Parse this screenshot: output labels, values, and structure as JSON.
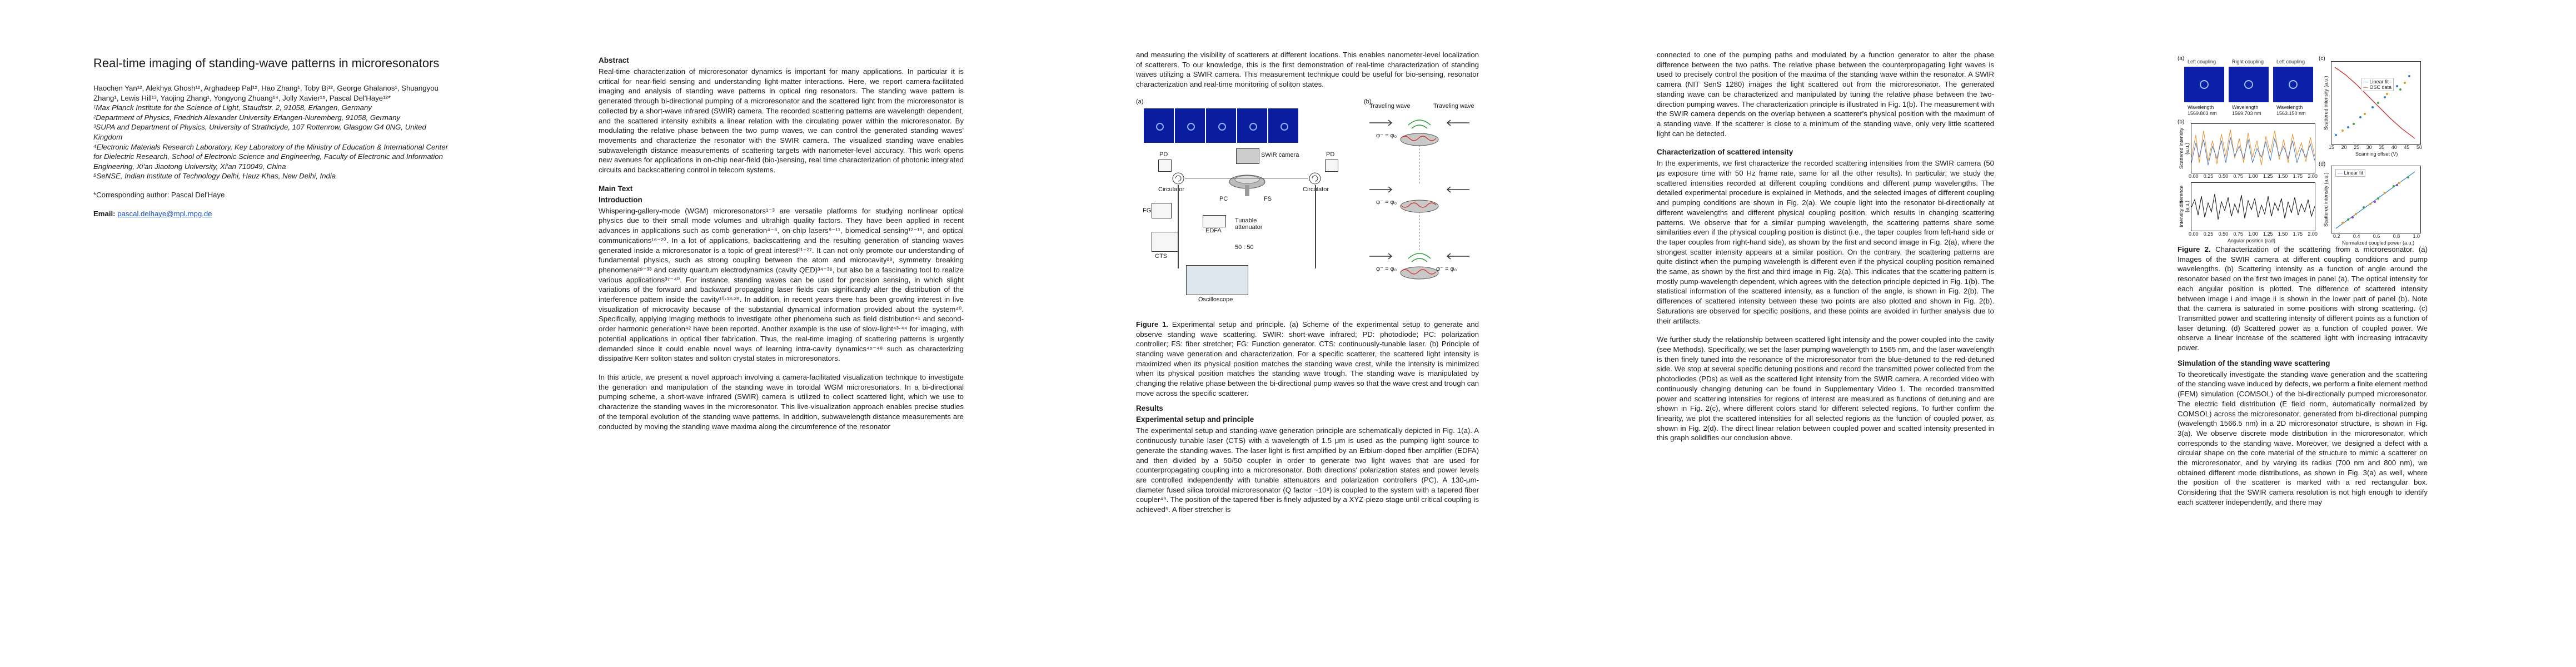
{
  "page1": {
    "title": "Real-time imaging of standing-wave patterns in microresonators",
    "authors": "Haochen Yan¹², Alekhya Ghosh¹², Arghadeep Pal¹², Hao Zhang¹, Toby Bi¹², George Ghalanos¹, Shuangyou Zhang¹, Lewis Hill¹³, Yaojing Zhang¹, Yongyong Zhuang¹⁴, Jolly Xavier¹⁵, Pascal Del'Haye¹²*",
    "affiliations": [
      "¹Max Planck Institute for the Science of Light, Staudtstr. 2, 91058, Erlangen, Germany",
      "²Department of Physics, Friedrich Alexander University Erlangen-Nuremberg, 91058, Germany",
      "³SUPA and Department of Physics, University of Strathclyde, 107 Rottenrow, Glasgow G4 0NG, United Kingdom",
      "⁴Electronic Materials Research Laboratory, Key Laboratory of the Ministry of Education & International Center for Dielectric Research, School of Electronic Science and Engineering, Faculty of Electronic and Information Engineering, Xi'an Jiaotong University, Xi'an 710049, China",
      "⁵SeNSE, Indian Institute of Technology Delhi, Hauz Khas, New Delhi, India"
    ],
    "corresponding": "*Corresponding author: Pascal Del'Haye",
    "email_label": "Email:",
    "email": "pascal.delhaye@mpl.mpg.de"
  },
  "page2": {
    "abstract_heading": "Abstract",
    "abstract": "Real-time characterization of microresonator dynamics is important for many applications. In particular it is critical for near-field sensing and understanding light-matter interactions. Here, we report camera-facilitated imaging and analysis of standing wave patterns in optical ring resonators. The standing wave pattern is generated through bi-directional pumping of a microresonator and the scattered light from the microresonator is collected by a short-wave infrared (SWIR) camera. The recorded scattering patterns are wavelength dependent, and the scattered intensity exhibits a linear relation with the circulating power within the microresonator. By modulating the relative phase between the two pump waves, we can control the generated standing waves' movements and characterize the resonator with the SWIR camera. The visualized standing wave enables subwavelength distance measurements of scattering targets with nanometer-level accuracy. This work opens new avenues for applications in on-chip near-field (bio-)sensing, real time characterization of photonic integrated circuits and backscattering control in telecom systems.",
    "main_heading": "Main Text",
    "intro_heading": "Introduction",
    "intro_p1": "Whispering-gallery-mode (WGM) microresonators¹⁻³ are versatile platforms for studying nonlinear optical physics due to their small mode volumes and ultrahigh quality factors. They have been applied in recent advances in applications such as comb generation⁴⁻⁸, on-chip lasers⁹⁻¹¹, biomedical sensing¹²⁻¹⁵, and optical communications¹⁶⁻²⁰. In a lot of applications, backscattering and the resulting generation of standing waves generated inside a microresonator is a topic of great interest²¹⁻²⁷. It can not only promote our understanding of fundamental physics, such as strong coupling between the atom and microcavity²⁸, symmetry breaking phenomena²⁹⁻³³ and cavity quantum electrodynamics (cavity QED)³⁴⁻³⁶, but also be a fascinating tool to realize various applications³⁷⁻⁴⁰. For instance, standing waves can be used for precision sensing, in which slight variations of the forward and backward propagating laser fields can significantly alter the distribution of the interference pattern inside the cavity¹⁰⋅¹³⋅³⁹. In addition, in recent years there has been growing interest in live visualization of microcavity because of the substantial dynamical information provided about the system⁴⁰. Specifically, applying imaging methods to investigate other phenomena such as field distribution⁴¹ and second-order harmonic generation⁴² have been reported. Another example is the use of slow-light⁴³⋅⁴⁴ for imaging, with potential applications in optical fiber fabrication. Thus, the real-time imaging of scattering patterns is urgently demanded since it could enable novel ways of learning intra-cavity dynamics⁴⁵⁻⁴⁸ such as characterizing dissipative Kerr soliton states and soliton crystal states in microresonators.",
    "intro_p2": "In this article, we present a novel approach involving a camera-facilitated visualization technique to investigate the generation and manipulation of the standing wave in toroidal WGM microresonators. In a bi-directional pumping scheme, a short-wave infrared (SWIR) camera is utilized to collect scattered light, which we use to characterize the standing waves in the microresonator. This live-visualization approach enables precise studies of the temporal evolution of the standing wave patterns. In addition, subwavelength distance measurements are conducted by moving the standing wave maxima along the circumference of the resonator"
  },
  "page3": {
    "intro_cont": "and measuring the visibility of scatterers at different locations. This enables nanometer-level localization of scatterers. To our knowledge, this is the first demonstration of real-time characterization of standing waves utilizing a SWIR camera. This measurement technique could be useful for bio-sensing, resonator characterization and real-time monitoring of soliton states.",
    "fig1": {
      "label_a": "(a)",
      "label_b": "(b)",
      "traveling_wave": "Traveling wave",
      "swir_camera": "SWIR camera",
      "pd_top": "PD",
      "pd_right": "PD",
      "circulator_left": "Circulator",
      "circulator_right": "Circulator",
      "pc": "PC",
      "fs": "FS",
      "fg": "FG",
      "edfa": "EDFA",
      "tunable_attenuator": "Tunable attenuator",
      "splitter": "50 : 50",
      "cts": "CTS",
      "oscilloscope": "Oscilloscope",
      "phase_label": "φ⁻ = φ₀",
      "phase_label_2": "φ⁻ = φ₀",
      "phase_label_3": "φ⁻ = φ₀",
      "phase_label_4": "φ⁻ = φ₀"
    },
    "fig1_caption_label": "Figure 1.",
    "fig1_caption": " Experimental setup and principle. (a) Scheme of the experimental setup to generate and observe standing wave scattering. SWIR: short-wave infrared; PD: photodiode; PC: polarization controller; FS: fiber stretcher; FG: Function generator. CTS: continuously-tunable laser. (b) Principle of standing wave generation and characterization. For a specific scatterer, the scattered light intensity is maximized when its physical position matches the standing wave crest, while the intensity is minimized when its physical position matches the standing wave trough. The standing wave is manipulated by changing the relative phase between the bi-directional pump waves so that the wave crest and trough can move across the specific scatterer.",
    "results_heading": "Results",
    "setup_heading": "Experimental setup and principle",
    "setup_text": "The experimental setup and standing-wave generation principle are schematically depicted in Fig. 1(a). A continuously tunable laser (CTS) with a wavelength of 1.5 μm is used as the pumping light source to generate the standing waves. The laser light is first amplified by an Erbium-doped fiber amplifier (EDFA) and then divided by a 50/50 coupler in order to generate two light waves that are used for counterpropagating coupling into a microresonator. Both directions' polarization states and power levels are controlled independently with tunable attenuators and polarization controllers (PC). A 130-μm-diameter fused silica toroidal microresonator (Q factor ~10⁸) is coupled to the system with a tapered fiber coupler⁴⁹. The position of the tapered fiber is finely adjusted by a XYZ-piezo stage until critical coupling is achieved⁵. A fiber stretcher is"
  },
  "page4": {
    "p1": "connected to one of the pumping paths and modulated by a function generator to alter the phase difference between the two paths. The relative phase between the counterpropagating light waves is used to precisely control the position of the maxima of the standing wave within the resonator. A SWIR camera (NIT SenS 1280) images the light scattered out from the microresonator. The generated standing wave can be characterized and manipulated by tuning the relative phase between the two-direction pumping waves. The characterization principle is illustrated in Fig. 1(b). The measurement with the SWIR camera depends on the overlap between a scatterer's physical position with the maximum of a standing wave. If the scatterer is close to a minimum of the standing wave, only very little scattered light can be detected.",
    "char_heading": "Characterization of scattered intensity",
    "p2": "In the experiments, we first characterize the recorded scattering intensities from the SWIR camera (50 μs exposure time with 50 Hz frame rate, same for all the other results). In particular, we study the scattered intensities recorded at different coupling conditions and different pump wavelengths. The detailed experimental procedure is explained in Methods, and the selected images of different coupling and pumping conditions are shown in Fig. 2(a). We couple light into the resonator bi-directionally at different wavelengths and different physical coupling position, which results in changing scattering patterns. We observe that for a similar pumping wavelength, the scattering patterns share some similarities even if the physical coupling position is distinct (i.e., the taper couples from left-hand side or the taper couples from right-hand side), as shown by the first and second image in Fig. 2(a), where the strongest scatter intensity appears at a similar position. On the contrary, the scattering patterns are quite distinct when the pumping wavelength is different even if the physical coupling position remained the same, as shown by the first and third image in Fig. 2(a). This indicates that the scattering pattern is mostly pump-wavelength dependent, which agrees with the detection principle depicted in Fig. 1(b). The statistical information of the scattered intensity, as a function of the angle, is shown in Fig. 2(b). The differences of scattered intensity between these two points are also plotted and shown in Fig. 2(b). Saturations are observed for specific positions, and these points are avoided in further analysis due to their artifacts.",
    "p3": "We further study the relationship between scattered light intensity and the power coupled into the cavity (see Methods). Specifically, we set the laser pumping wavelength to 1565 nm, and the laser wavelength is then finely tuned into the resonance of the microresonator from the blue-detuned to the red-detuned side. We stop at several specific detuning positions and record the transmitted power collected from the photodiodes (PDs) as well as the scattered light intensity from the SWIR camera. A recorded video with continuously changing detuning can be found in Supplementary Video 1. The recorded transmitted power and scattering intensities for regions of interest are measured as functions of detuning and are shown in Fig. 2(c), where different colors stand for different selected regions. To further confirm the linearity, we plot the scattered intensities for all selected regions as the function of coupled power, as shown in Fig. 2(d). The direct linear relation between coupled power and scatted intensity presented in this graph solidifies our conclusion above."
  },
  "page5": {
    "fig2": {
      "label_a": "(a)",
      "label_b": "(b)",
      "label_c": "(c)",
      "label_d": "(d)",
      "left_coupling": "Left coupling",
      "right_coupling": "Right coupling",
      "left_coupling_2": "Left coupling",
      "wl1_label": "Wavelength",
      "wl1": "1569.803 nm",
      "wl2_label": "Wavelength",
      "wl2": "1569.703 nm",
      "wl3_label": "Wavelength",
      "wl3": "1563.150 nm",
      "ylabel_b_top": "Scattered intensity (a.u.)",
      "ylabel_b_bottom": "Intensity difference (a.u.)",
      "xlabel_b": "Angular position (rad)",
      "xticks_b": [
        "0.00",
        "0.25",
        "0.50",
        "0.75",
        "1.00",
        "1.25",
        "1.50",
        "1.75",
        "2.00"
      ],
      "ylabel_c": "Scattered intensity (a.u.)",
      "xlabel_c": "Scanning offset (V)",
      "xticks_c": [
        "15",
        "20",
        "25",
        "30",
        "35",
        "40",
        "45",
        "50"
      ],
      "legend_c_1": "Linear fit",
      "legend_c_2": "OSC data",
      "ylabel_d": "Scattered intensity (a.u.)",
      "xlabel_d": "Normalized coupled power (a.u.)",
      "xticks_d": [
        "0.2",
        "0.4",
        "0.6",
        "0.8",
        "1.0"
      ],
      "legend_d": "Linear fit"
    },
    "fig2_caption_label": "Figure 2.",
    "fig2_caption": " Characterization of the scattering from a microresonator. (a) Images of the SWIR camera at different coupling conditions and pump wavelengths. (b) Scattering intensity as a function of angle around the resonator based on the first two images in panel (a). The optical intensity for each angular position is plotted. The difference of scattered intensity between image i and image ii is shown in the lower part of panel (b). Note that the camera is saturated in some positions with strong scattering. (c) Transmitted power and scattering intensity of different points as a function of laser detuning. (d) Scattered power as a function of coupled power. We observe a linear increase of the scattered light with increasing intracavity power.",
    "sim_heading": "Simulation of the standing wave scattering",
    "sim_text": "To theoretically investigate the standing wave generation and the scattering of the standing wave induced by defects, we perform a finite element method (FEM) simulation (COMSOL) of the bi-directionally pumped microresonator. The electric field distribution (E field norm, automatically normalized by COMSOL) across the microresonator, generated from bi-directional pumping (wavelength 1566.5 nm) in a 2D microresonator structure, is shown in Fig. 3(a). We observe discrete mode distribution in the microresonator, which corresponds to the standing wave. Moreover, we designed a defect with a circular shape on the core material of the structure to mimic a scatterer on the microresonator, and by varying its radius (700 nm and 800 nm), we obtained different mode distributions, as shown in Fig. 3(a) as well, where the position of the scatterer is marked with a red rectangular box. Considering that the SWIR camera resolution is not high enough to identify each scatterer independently, and there may"
  }
}
